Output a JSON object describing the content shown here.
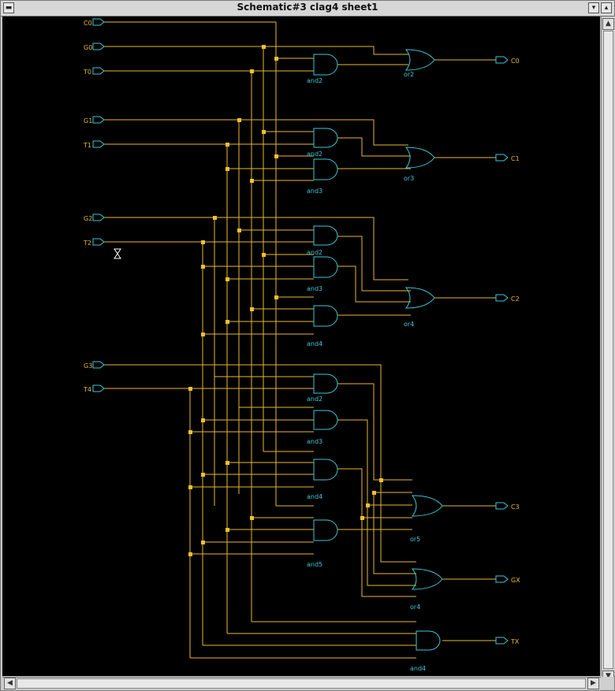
{
  "window": {
    "title": "Schematic#3 clag4 sheet1"
  },
  "inputs": [
    "C0",
    "G0",
    "T0",
    "G1",
    "T1",
    "G2",
    "T2",
    "G3",
    "T4"
  ],
  "outputs": [
    "C0",
    "C1",
    "C2",
    "C3",
    "GX",
    "TX"
  ],
  "gates": {
    "g1": "and2",
    "g2": "or2",
    "g3": "and2",
    "g4": "and3",
    "g5": "or3",
    "g6": "and2",
    "g7": "and3",
    "g8": "and4",
    "g9": "or4",
    "g10": "and2",
    "g11": "and3",
    "g12": "and4",
    "g13": "and5",
    "g14": "or5",
    "g15": "or4",
    "g16": "and4"
  },
  "colors": {
    "wire": "#e8b830",
    "gate": "#3cc8d8",
    "background": "#000000",
    "junction": "#f0c030",
    "cursor": "#ffffff"
  }
}
